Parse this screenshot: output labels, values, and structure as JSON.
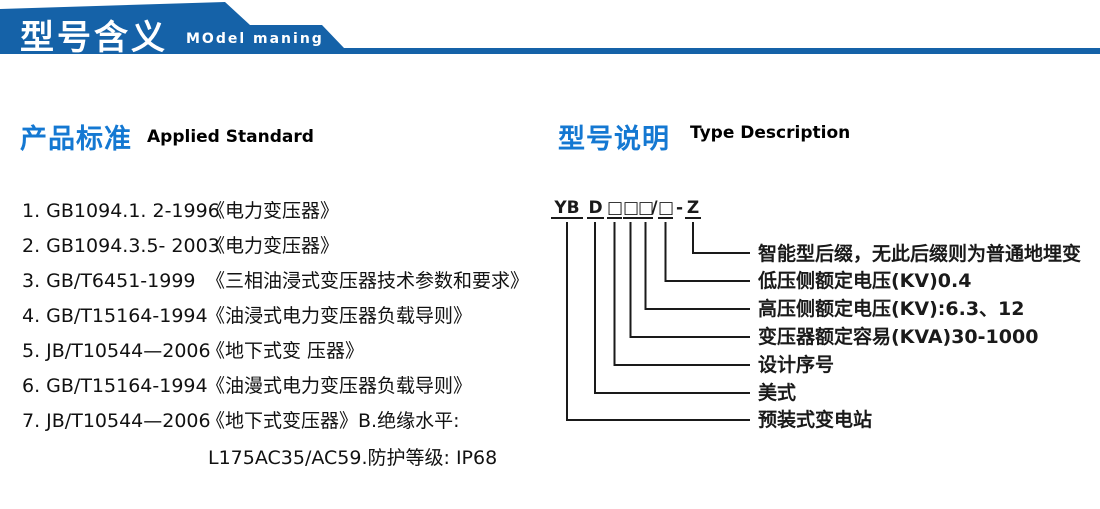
{
  "banner": {
    "title_cn": "型号含义",
    "title_en": "MOdel maning",
    "color": "#1562a8"
  },
  "colors": {
    "banner_blue": "#1562a8",
    "heading_blue": "#1478d2",
    "line_black": "#1a1a1a"
  },
  "left": {
    "heading_cn": "产品标准",
    "heading_en": "Applied Standard",
    "items": [
      {
        "code": "1. GB1094.1. 2-1996",
        "title": "《电力变压器》"
      },
      {
        "code": "2. GB1094.3.5- 2003",
        "title": "《电力变压器》"
      },
      {
        "code": "3. GB/T6451-1999",
        "title": "《三相油浸式变压器技术参数和要求》"
      },
      {
        "code": "4. GB/T15164-1994",
        "title": "《油浸式电力变压器负载导则》"
      },
      {
        "code": "5. JB/T10544—2006",
        "title": "《地下式变 压器》"
      },
      {
        "code": "6. GB/T15164-1994",
        "title": "《油漫式电力变压器负载导则》"
      },
      {
        "code": "7. JB/T10544—2006",
        "title": "《地下式变压器》B.绝缘水平:"
      }
    ],
    "continuation": "L175AC35/AC59.防护等级: IP68"
  },
  "right": {
    "heading_cn": "型号说明",
    "heading_en": "Type Description",
    "code_parts": [
      "YB",
      "D",
      "□",
      "□",
      "□",
      "/",
      "□",
      "-",
      "Z"
    ],
    "labels": [
      "智能型后缀，无此后缀则为普通地埋变",
      "低压侧额定电压(KV)0.4",
      "高压侧额定电压(KV):6.3、12",
      "变压器额定容易(KVA)30-1000",
      "设计序号",
      "美式",
      "预装式变电站"
    ]
  }
}
